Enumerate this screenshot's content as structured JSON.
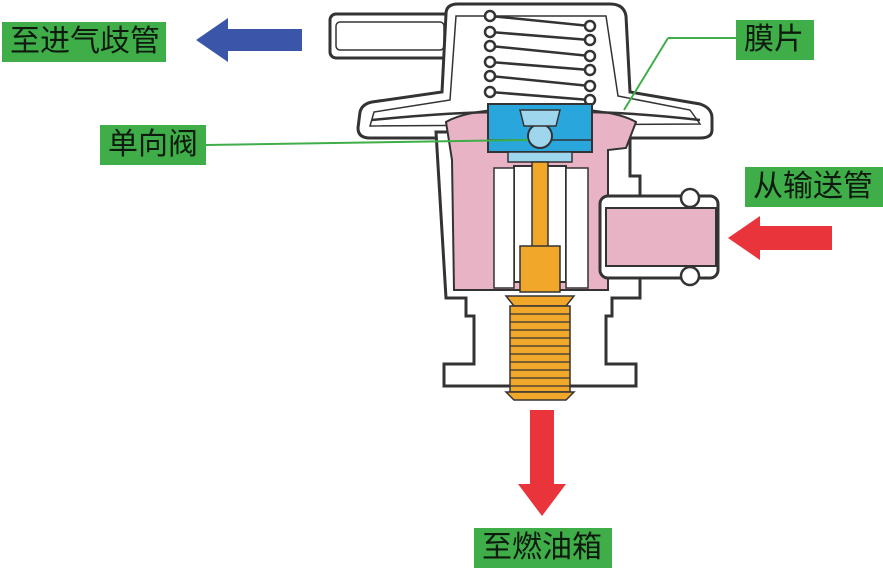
{
  "labels": {
    "to_intake_manifold": "至进气歧管",
    "diaphragm": "膜片",
    "check_valve": "单向阀",
    "from_delivery_pipe": "从输送管",
    "to_fuel_tank": "至燃油箱"
  },
  "colors": {
    "label_bg": "#3fae49",
    "outlet_arrow": "#3b56a8",
    "inlet_arrow": "#e8343a",
    "fuel_chamber": "#e9b3c6",
    "valve": "#29a6dc",
    "rod": "#f0a72a",
    "outline": "#333333"
  }
}
